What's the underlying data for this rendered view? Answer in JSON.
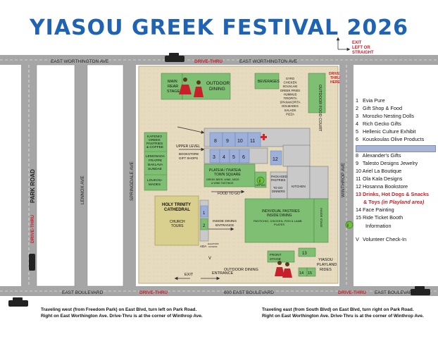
{
  "title": "YIASOU GREEK FESTIVAL 2026",
  "colors": {
    "road": "#a6a6a6",
    "grounds": "#ebe0c4",
    "building": "#7fbf73",
    "booth": "#9db0d9",
    "drive_thru": "#c8202a",
    "title": "#1f63b5"
  },
  "streets": {
    "east_worthington_left": "EAST WORTHINGTON AVE",
    "east_worthington_right": "EAST WORTHINGTON AVE",
    "drive_thru_top": "DRIVE-THRU",
    "drive_thru_bottom_left": "DRIVE-THRU",
    "drive_thru_bottom_right": "DRIVE-THRU",
    "drive_thru_left": "DRIVE-THRU",
    "east_boulevard_left": "EAST BOULEVARD",
    "east_boulevard_center": "600 EAST BOULEVARD",
    "east_boulevard_right": "EAST BOULEVARD",
    "park_road": "PARK ROAD",
    "lennox_ave": "LENNOX AVE",
    "springdale_ave": "SPRINGDALE AVE",
    "winthrop_ave": "WINTHROP AVE",
    "exit_note_line1": "EXIT",
    "exit_note_line2": "LEFT OR",
    "exit_note_line3": "STRAIGHT"
  },
  "buildings": {
    "main_stage": "MAIN\nREAR\nSTAGE",
    "outdoor_dining_top": "OUTDOOR\nDINING",
    "beverages": "BEVERAGES",
    "outdoor_food_court": "OUTDOOR FOOD COURT",
    "drive_thru_here": "DRIVE\nTHRU\nHERE",
    "food_menu": [
      "GYRO",
      "CHICKEN",
      "SOUVLAKI",
      "GREEK FRIES",
      "HUMMUS",
      "TIROPITA",
      "SPANAKOPITA",
      "DOLMADES",
      "SALADS",
      "PIZZA"
    ],
    "kafenio": "KAFENIO\nGREEK\nPASTRIES\n& COFFEE",
    "lemonada": "LEMONADA\nFRAPPE\nBAKLAVA\nSUNDAE",
    "loukoumades": "LOUKOU-\nMADES",
    "upper_level": "UPPER LEVEL",
    "bookstore": "BOOKSTORE\nGIFT SHOPS",
    "plateia": "PLATEIA / ΠΛΑΤΕΙΑ\nTOWN SQUARE",
    "plateia_sub": "GREEK BEER, WINE, MEZE\n& WINE TASTINGS",
    "office": "OFFICE",
    "packaged_pastries": "PACKAGED\nPASTRIES",
    "to_go": "TO GO\nDINNERS",
    "kitchen": "KITCHEN",
    "food_to_go": "FOOD TO GO",
    "cathedral": "HOLY TRINITY\nCATHEDRAL",
    "church_tours": "CHURCH\nTOURS",
    "inside_dining_entrance": "INSIDE DINING\nENTRANCE",
    "individual_pastries": "INDIVIDUAL PASTRIES\nINSIDE DINING",
    "pasticho": "PASTICHIO, CHICKEN, FISH & LAMB\nPLATES",
    "inside_stage": "INSIDE STAGE",
    "ada": "ADA",
    "elevator": "ELEVATOR\nACCESS",
    "front_stage": "FRONT\nSTAGE",
    "outdoor_dining_bottom": "OUTDOOR DINING",
    "playland": "YIASOU\nPLAYLAND\nRIDES",
    "exit": "EXIT",
    "entrance": "ENTRANCE"
  },
  "booth_numbers": {
    "upper_row": [
      "8",
      "9",
      "10",
      "11"
    ],
    "middle_row": [
      "3",
      "4",
      "5",
      "6"
    ],
    "twelve": "12",
    "one": "1",
    "two": "2",
    "thirteen": "13",
    "fourteen": "14",
    "fifteen": "15",
    "info": "i",
    "volunteer": "V"
  },
  "legend": [
    {
      "num": "1",
      "label": "Evia Pure"
    },
    {
      "num": "2",
      "label": "Gift Shop & Food"
    },
    {
      "num": "3",
      "label": "Morozko Nesting Dolls"
    },
    {
      "num": "4",
      "label": "Rich Gecko Gifts"
    },
    {
      "num": "5",
      "label": "Hellenic Culture Exhibit"
    },
    {
      "num": "6",
      "label": "Kouskoulas Olive Products"
    },
    {
      "num": "8",
      "label": "Alexander's Gifts"
    },
    {
      "num": "9",
      "label": "Talesto Designs Jewelry"
    },
    {
      "num": "10",
      "label": "Ariel La Boutique"
    },
    {
      "num": "11",
      "label": "Ola Kala Designs"
    },
    {
      "num": "12",
      "label": "Hosanna Bookstore"
    },
    {
      "num": "13",
      "label": "Drinks, Hot Dogs & Snacks",
      "label2": "& Toys",
      "label3": "(in Playland area)"
    },
    {
      "num": "14",
      "label": "Face Painting"
    },
    {
      "num": "15",
      "label": "Ride Ticket Booth"
    }
  ],
  "legend_info": "Information",
  "legend_volunteer_num": "V",
  "legend_volunteer": "Volunteer Check-In",
  "notes": {
    "west_line1": "Traveling west (from Freedom Park) on East Blvd, turn left on Park Road.",
    "west_line2": "Right on East Worthington Ave.  Drive-Thru is at the corner of Winthrop Ave.",
    "east_line1": "Traveling east (from South Blvd) on East Blvd, turn right on Park Road.",
    "east_line2": "Right on East Worthington Ave.  Drive-Thru is at the corner of Winthrop Ave."
  }
}
